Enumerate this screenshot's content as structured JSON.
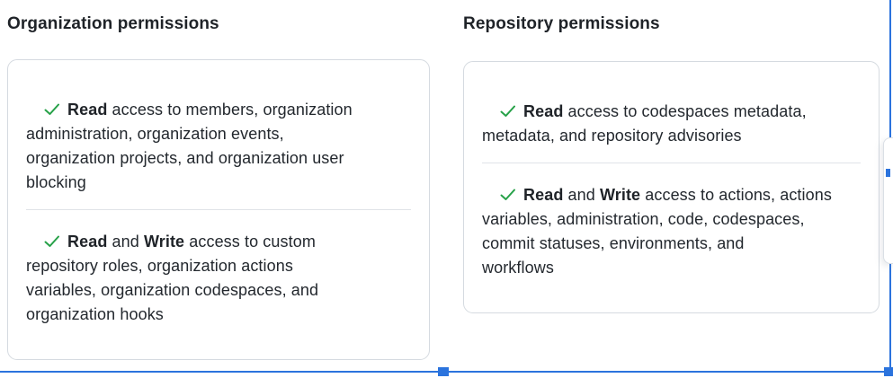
{
  "colors": {
    "check_green": "#26a148",
    "selection_blue": "#2b73dd",
    "text": "#23282e",
    "card_border": "#d5dae0",
    "divider": "#e0e3e8"
  },
  "icons": {
    "check": "✓"
  },
  "organization_permissions": {
    "heading": "Organization permissions",
    "items": [
      {
        "segments": [
          {
            "text": "Read",
            "bold": true
          },
          {
            "text": " access to members, organization\nadministration, organization events,\norganization projects, and organization user\nblocking",
            "bold": false
          }
        ]
      },
      {
        "segments": [
          {
            "text": "Read",
            "bold": true
          },
          {
            "text": " and ",
            "bold": false
          },
          {
            "text": "Write",
            "bold": true
          },
          {
            "text": " access to custom\nrepository roles, organization actions\nvariables, organization codespaces, and\norganization hooks",
            "bold": false
          }
        ]
      }
    ]
  },
  "repository_permissions": {
    "heading": "Repository permissions",
    "items": [
      {
        "segments": [
          {
            "text": "Read",
            "bold": true
          },
          {
            "text": " access to codespaces metadata,\nmetadata, and repository advisories",
            "bold": false
          }
        ]
      },
      {
        "segments": [
          {
            "text": "Read",
            "bold": true
          },
          {
            "text": " and ",
            "bold": false
          },
          {
            "text": "Write",
            "bold": true
          },
          {
            "text": " access to actions, actions\nvariables, administration, code, codespaces,\ncommit statuses, environments, and\nworkflows",
            "bold": false
          }
        ]
      }
    ]
  }
}
